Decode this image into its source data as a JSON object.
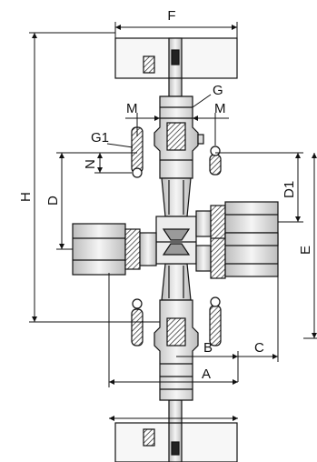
{
  "dimension_labels": {
    "F": "F",
    "G": "G",
    "M_left": "M",
    "M_right": "M",
    "G1": "G1",
    "N": "N",
    "H": "H",
    "D": "D",
    "D1": "D1",
    "E": "E",
    "B": "B",
    "C": "C",
    "A": "A"
  },
  "colors": {
    "line": "#111111",
    "hatch": "#222222",
    "fill_light": "#f2f2f2",
    "fill_mid": "#d6d6d6",
    "fill_dark": "#9a9a9a"
  }
}
